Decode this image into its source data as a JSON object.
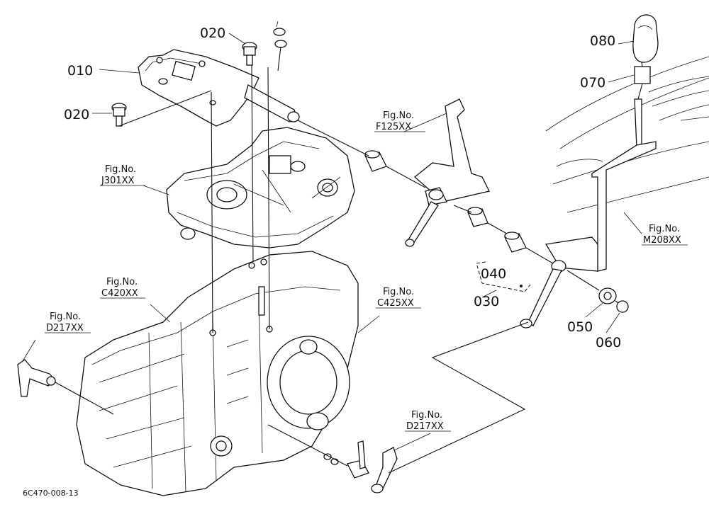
{
  "labels": {
    "p010": "010",
    "p020a": "020",
    "p020b": "020",
    "p030": "030",
    "p040": "040",
    "p050": "050",
    "p060": "060",
    "p070": "070",
    "p080": "080"
  },
  "figrefs": {
    "f125": {
      "title": "Fig.No.",
      "code": "F125XX"
    },
    "j301": {
      "title": "Fig.No.",
      "code": "J301XX"
    },
    "c420": {
      "title": "Fig.No.",
      "code": "C420XX"
    },
    "c425": {
      "title": "Fig.No.",
      "code": "C425XX"
    },
    "d217a": {
      "title": "Fig.No.",
      "code": "D217XX"
    },
    "d217b": {
      "title": "Fig.No.",
      "code": "D217XX"
    },
    "m208": {
      "title": "Fig.No.",
      "code": "M208XX"
    }
  },
  "drawing_code": "6C470-008-13"
}
